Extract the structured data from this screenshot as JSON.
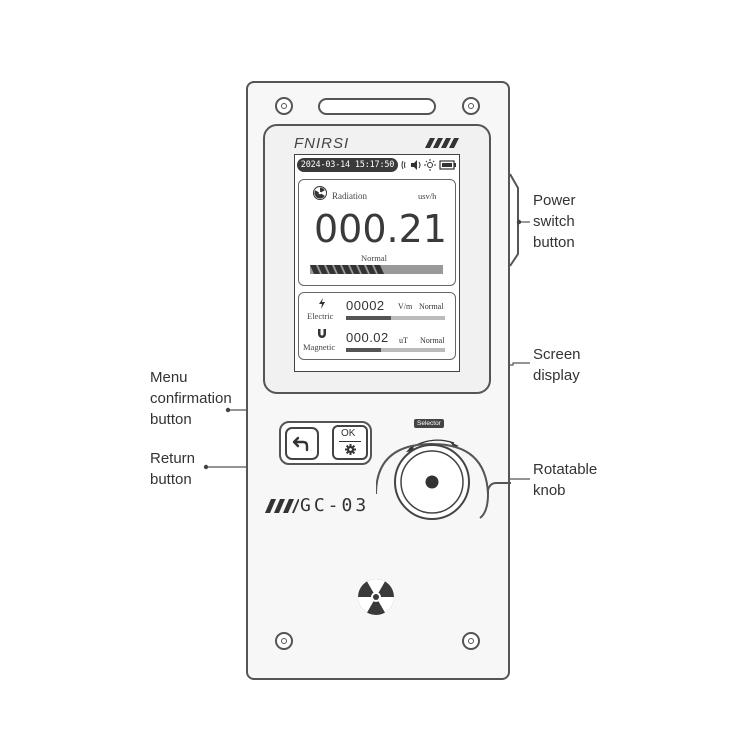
{
  "device": {
    "brand": "FNIRSI",
    "model": "GC-03",
    "screen": {
      "status_datetime": "2024-03-14  15:17:50",
      "radiation": {
        "label": "Radiation",
        "unit": "usv/h",
        "value": "000.21",
        "status": "Normal"
      },
      "electric": {
        "label": "Electric",
        "value": "00002",
        "unit": "V/m",
        "status": "Normal",
        "level": 0.45
      },
      "magnetic": {
        "label": "Magnetic",
        "value": "000.02",
        "unit": "uT",
        "status": "Normal",
        "level": 0.35
      }
    },
    "ok_label": "OK",
    "selector_label": "Selector"
  },
  "callouts": {
    "power": [
      "Power",
      "switch",
      "button"
    ],
    "screen": [
      "Screen",
      "display"
    ],
    "menu": [
      "Menu",
      "confirmation",
      "button"
    ],
    "return": [
      "Return",
      "button"
    ],
    "knob": [
      "Rotatable",
      "knob"
    ]
  },
  "colors": {
    "line": "#555555",
    "dark": "#3a3a3a",
    "bar": "#999999"
  },
  "icons": [
    "radiation-icon",
    "lightning-icon",
    "magnet-icon",
    "return-arrow-icon",
    "gear-icon",
    "signal-icon",
    "speaker-icon",
    "light-icon",
    "battery-icon"
  ]
}
